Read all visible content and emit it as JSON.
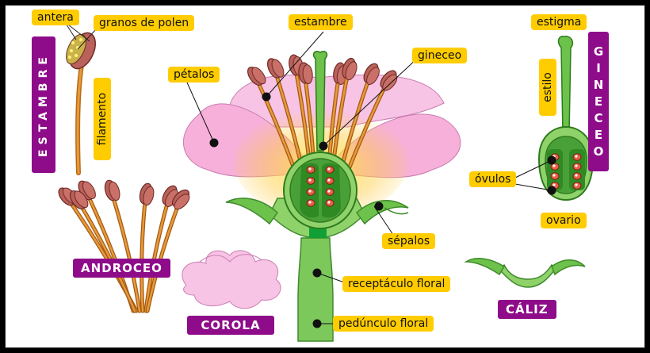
{
  "colors": {
    "label_bg": "#ffcc00",
    "box_bg": "#8e0c8a",
    "petal": "#f7b8e0",
    "leaf_green": "#6cc24a",
    "stem_green": "#7dc85a",
    "anther": "#b05a54",
    "filament": "#d98a2a"
  },
  "labels": {
    "antera": "antera",
    "granos_de_polen": "granos de polen",
    "filamento": "filamento",
    "estambre": "estambre",
    "petalos": "pétalos",
    "gineceo": "gineceo",
    "sepalos": "sépalos",
    "receptaculo_floral": "receptáculo floral",
    "pedunculo_floral": "pedúnculo  floral",
    "estigma": "estigma",
    "estilo": "estilo",
    "ovulos": "óvulos",
    "ovario": "ovario"
  },
  "titles": {
    "estambre": "ESTAMBRE",
    "androceo": "ANDROCEO",
    "corola": "COROLA",
    "caliz": "CÁLIZ",
    "gineceo_letters": [
      "G",
      "I",
      "N",
      "E",
      "C",
      "E",
      "O"
    ]
  }
}
